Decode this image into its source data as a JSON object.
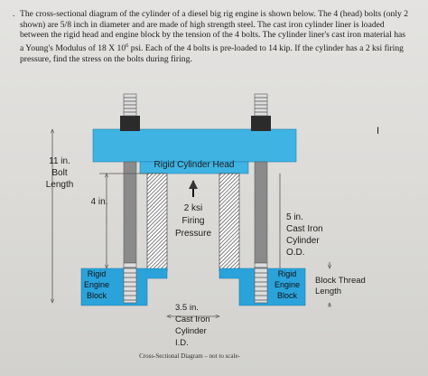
{
  "problem": {
    "bullet": ".",
    "text_before_sup": "The cross-sectional diagram of the cylinder of a diesel big rig engine is shown below. The 4 (head) bolts (only 2 shown) are 5/8 inch in diameter and are made of high strength steel. The cast iron cylinder liner is loaded between the rigid head and engine block by the tension of the 4 bolts. The cylinder liner's cast iron material has a Young's Modulus of 18 X 10",
    "sup": "6",
    "text_after_sup": " psi. Each of the 4 bolts is pre-loaded to 14 kip. If the cylinder has a 2 ksi firing pressure, find the stress on the bolts during firing."
  },
  "diagram": {
    "head_label": "Rigid Cylinder Head",
    "bolt_length": [
      "11 in.",
      "Bolt",
      "Length"
    ],
    "inner_height": "4 in.",
    "pressure": [
      "2 ksi",
      "Firing",
      "Pressure"
    ],
    "liner_od": [
      "5 in.",
      "Cast Iron",
      "Cylinder",
      "O.D."
    ],
    "left_block": [
      "Rigid",
      "Engine",
      "Block"
    ],
    "right_block": [
      "Rigid",
      "Engine",
      "Block"
    ],
    "thread": [
      "Block Thread",
      "Length"
    ],
    "liner_id": [
      "3.5 in.",
      "Cast Iron",
      "Cylinder",
      "I.D."
    ],
    "caption": "Cross-Sectional Diagram – not to scale-",
    "cursor_glyph": "I"
  },
  "colors": {
    "head_blue": "#3fb4e3",
    "block_blue": "#2aa3db",
    "bolt_gray": "#8a8a8a",
    "nut_black": "#2b2b2b",
    "hatch": "#333333"
  }
}
